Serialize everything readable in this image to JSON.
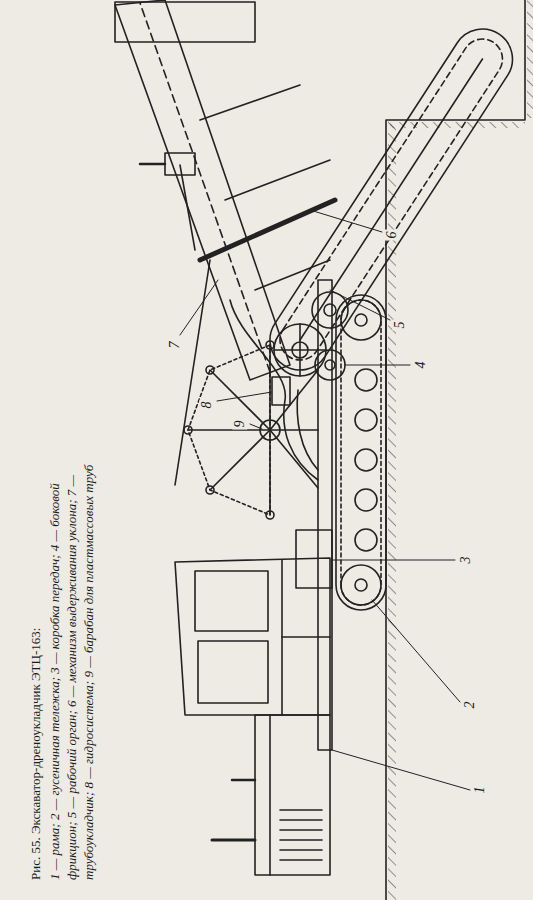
{
  "diagram": {
    "caption": "Рис. 55. Экскаватор-дреноукладчик ЭТЦ-163:",
    "labels": [
      "1",
      "2",
      "3",
      "4",
      "5",
      "6",
      "7",
      "8",
      "9",
      "1 — рама; 2 — гусеничная тележка; 3 — коробка передач; 4 — боковой фрикцион; 5 — рабочий орган; 6 — механизм выдерживания уклона; 7 — трубоукладчик; 8 — гидросистема; 9 — барабан для пластмассовых труб"
    ]
  }
}
